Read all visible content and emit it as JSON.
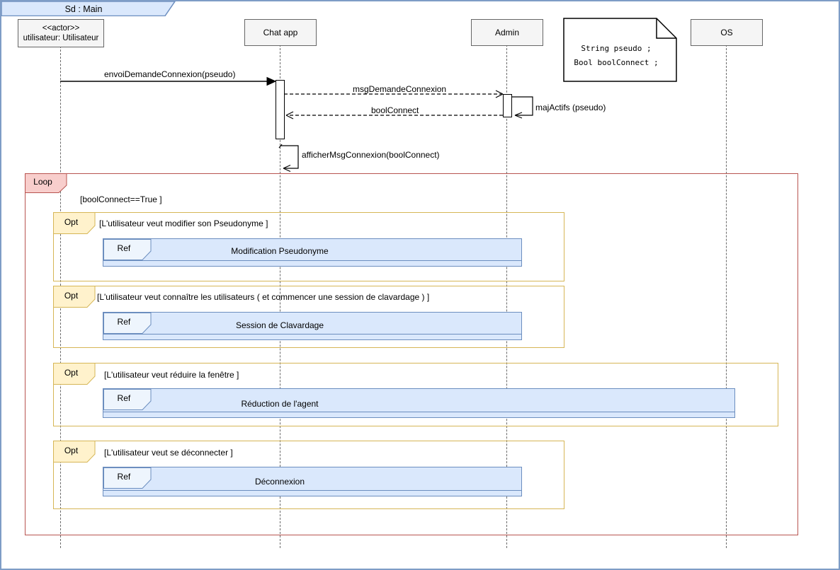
{
  "diagram": {
    "title": "Sd : Main",
    "lifelines": [
      {
        "stereotype": "<<actor>>",
        "name": "utilisateur: Utilisateur"
      },
      {
        "name": "Chat app"
      },
      {
        "name": "Admin"
      },
      {
        "name": "OS"
      }
    ],
    "note": {
      "lines": [
        "String pseudo ;",
        "Bool boolConnect ;"
      ]
    },
    "messages": [
      {
        "label": "envoiDemandeConnexion(pseudo)",
        "from": "utilisateur",
        "to": "Chat app",
        "style": "solid-sync"
      },
      {
        "label": "msgDemandeConnexion",
        "from": "Chat app",
        "to": "Admin",
        "style": "dashed"
      },
      {
        "label": "boolConnect",
        "from": "Admin",
        "to": "Chat app",
        "style": "dashed"
      },
      {
        "label": "majActifs (pseudo)",
        "from": "Admin",
        "to": "Admin",
        "style": "self"
      },
      {
        "label": "afficherMsgConnexion(boolConnect)",
        "from": "Chat app",
        "to": "Chat app",
        "style": "self"
      }
    ],
    "fragments": {
      "loop": {
        "label": "Loop",
        "guard": "[boolConnect==True ]"
      },
      "opts": [
        {
          "label": "Opt",
          "guard": "[L'utilisateur veut modifier son Pseudonyme ]",
          "ref_label": "Ref",
          "ref_title": "Modification Pseudonyme"
        },
        {
          "label": "Opt",
          "guard": "[L'utilisateur veut connaître les utilisateurs ( et commencer une session de clavardage ) ]",
          "ref_label": "Ref",
          "ref_title": "Session de Clavardage"
        },
        {
          "label": "Opt",
          "guard": "[L'utilisateur veut réduire la fenêtre ]",
          "ref_label": "Ref",
          "ref_title": "Réduction de l'agent"
        },
        {
          "label": "Opt",
          "guard": "[L'utilisateur veut se déconnecter ]",
          "ref_label": "Ref",
          "ref_title": "Déconnexion"
        }
      ]
    },
    "colors": {
      "title_fill": "#dae8fc",
      "title_border": "#6c8ebf",
      "head_fill": "#f5f5f5",
      "head_border": "#666666",
      "loop_fill": "#f8cecc",
      "loop_border": "#b85450",
      "opt_fill": "#fff2cc",
      "opt_border": "#d6b656",
      "ref_fill": "#dae8fc",
      "ref_tab_fill": "#eef5fd",
      "ref_border": "#6c8ebf",
      "page_border": "#7e9cc6"
    }
  }
}
